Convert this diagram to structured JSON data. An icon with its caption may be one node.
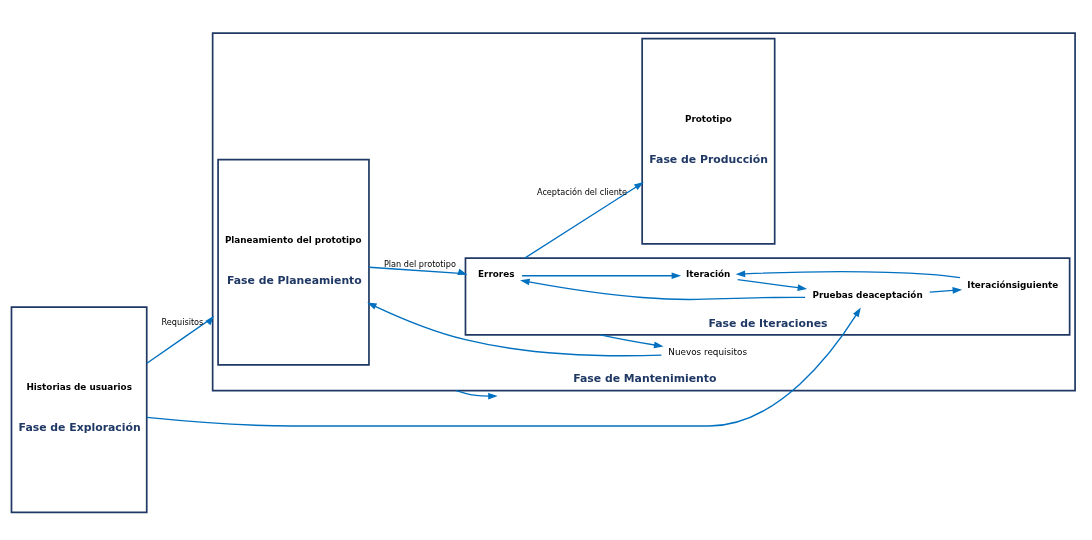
{
  "diagram": {
    "nodes": [
      {
        "text": [
          "Historias de usuarios",
          "Fase de Exploración"
        ]
      },
      {
        "text": [
          "Fase de Mantenimiento"
        ]
      },
      {
        "text": [
          "Planeamiento del prototipo",
          "Fase de Planeamiento"
        ],
        "in": 1
      },
      {
        "text": [
          "Nuevos requisitos"
        ],
        "in": 1
      },
      {
        "text": [
          "Fase de Iteraciones"
        ],
        "in": 1
      },
      {
        "text": [
          "Errores"
        ],
        "in": 4
      },
      {
        "text": [
          "Iteración"
        ],
        "in": 4
      },
      {
        "text": [
          "Pruebas deaceptación"
        ],
        "in": 4
      },
      {
        "text": [
          "Iteraciónsiguiente"
        ],
        "in": 4
      },
      {
        "text": [
          "Prototipo",
          "Fase de Producción"
        ],
        "in": 1
      }
    ],
    "edges": [
      {
        "from": 0,
        "to": 1,
        "arrow": "to",
        "label": "Requisitos"
      },
      {
        "from": 0,
        "to": 7,
        "arrow": "to"
      },
      {
        "from": 2,
        "to": 4,
        "arrow": "to",
        "label": "Plan del prototipo"
      },
      {
        "from": 4,
        "to": 9,
        "arrow": "to",
        "label": "Aceptación del cliente"
      },
      {
        "from": 4,
        "to": 3,
        "arrow": "to"
      },
      {
        "from": 3,
        "to": 2,
        "arrow": "to"
      },
      {
        "from": 6,
        "to": 7,
        "arrow": "to"
      },
      {
        "from": 7,
        "to": 5,
        "arrow": "to"
      },
      {
        "from": 5,
        "to": 6,
        "arrow": "to"
      },
      {
        "from": 7,
        "to": 8,
        "arrow": "to"
      },
      {
        "from": 8,
        "to": 6,
        "arrow": "to"
      },
      {
        "from": 1,
        "to": null,
        "arrow": "to"
      }
    ]
  }
}
